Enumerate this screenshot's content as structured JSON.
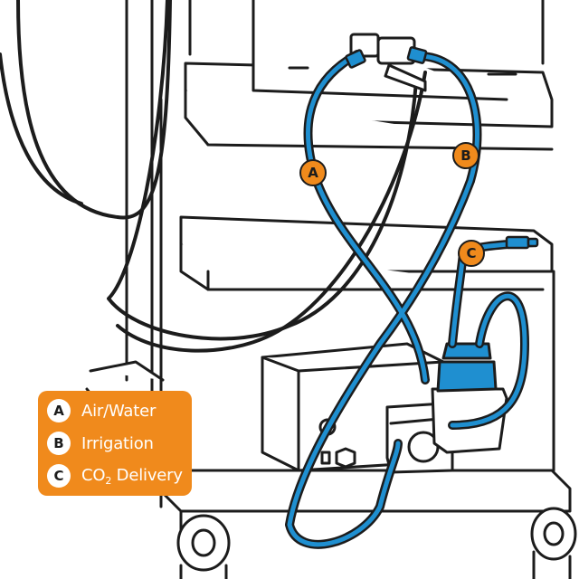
{
  "colors": {
    "accent_orange": "#f08a1c",
    "tube_blue": "#1f8fd0",
    "outline": "#1c1c1c",
    "background": "#ffffff"
  },
  "markers": [
    {
      "letter": "A"
    },
    {
      "letter": "B"
    },
    {
      "letter": "C"
    }
  ],
  "legend": {
    "items": [
      {
        "letter": "A",
        "label": "Air/Water"
      },
      {
        "letter": "B",
        "label": "Irrigation"
      },
      {
        "letter": "C",
        "label_main": "CO",
        "label_sub": "2",
        "label_tail": " Delivery"
      }
    ]
  }
}
